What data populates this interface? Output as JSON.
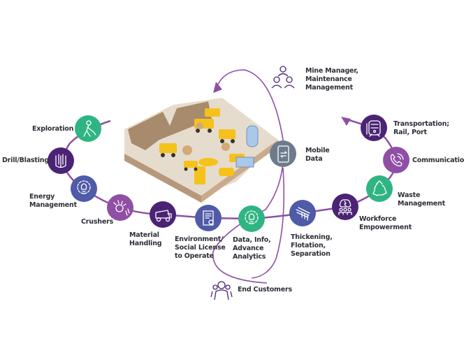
{
  "colors": {
    "line": "#8e4fa5",
    "green": "#2fb583",
    "dark_purple": "#4b2375",
    "blue": "#4f5aa8",
    "purple": "#8e4fa5",
    "gray": "#6e7b8c"
  },
  "nodes": [
    {
      "id": "exploration",
      "label": "Exploration",
      "icon": "worker-shovel-icon",
      "color": "green"
    },
    {
      "id": "drill",
      "label": "Drill/Blasting",
      "icon": "drill-icon",
      "color": "dark_purple"
    },
    {
      "id": "energy",
      "label": "Energy\nManagement",
      "icon": "lightbulb-gear-icon",
      "color": "blue"
    },
    {
      "id": "crushers",
      "label": "Crushers",
      "icon": "crusher-icon",
      "color": "purple"
    },
    {
      "id": "material",
      "label": "Material\nHandling",
      "icon": "dump-truck-icon",
      "color": "dark_purple"
    },
    {
      "id": "environment",
      "label": "Environment/\nSocial License\nto Operate",
      "icon": "certificate-icon",
      "color": "blue"
    },
    {
      "id": "data",
      "label": "Data, Info,\nAdvance\nAnalytics",
      "icon": "lightbulb-gear-icon",
      "color": "green"
    },
    {
      "id": "thickening",
      "label": "Thickening,\nFlotation,\nSeparation",
      "icon": "separation-icon",
      "color": "blue"
    },
    {
      "id": "workforce",
      "label": "Workforce\nEmpowerment",
      "icon": "team-brain-icon",
      "color": "dark_purple"
    },
    {
      "id": "waste",
      "label": "Waste\nManagement",
      "icon": "recycle-icon",
      "color": "green"
    },
    {
      "id": "communication",
      "label": "Communication",
      "icon": "phone-icon",
      "color": "purple"
    },
    {
      "id": "transportation",
      "label": "Transportation;\nRail, Port",
      "icon": "train-icon",
      "color": "dark_purple"
    },
    {
      "id": "mobile",
      "label": "Mobile\nData",
      "icon": "mobile-sync-icon",
      "color": "gray"
    }
  ],
  "actors": {
    "mine_manager": {
      "label": "Mine Manager,\nMaintenance\nManagement",
      "icon": "managers-group-icon"
    },
    "end_customers": {
      "label": "End Customers",
      "icon": "customers-group-icon"
    }
  },
  "illustration": {
    "name": "mine-site-illustration"
  }
}
